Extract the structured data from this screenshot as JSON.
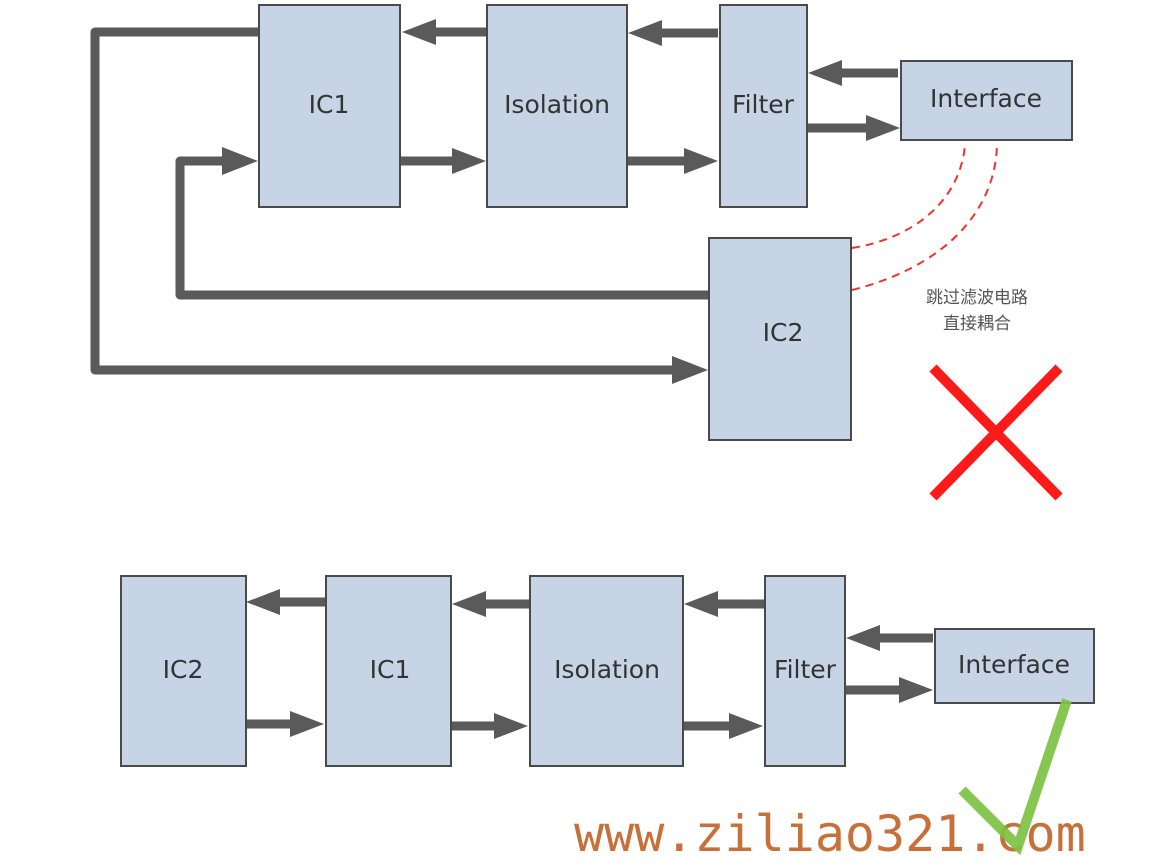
{
  "top_section": {
    "blocks": {
      "ic1": "IC1",
      "isolation": "Isolation",
      "filter": "Filter",
      "interface": "Interface",
      "ic2": "IC2"
    },
    "annotation": {
      "line1": "跳过滤波电路",
      "line2": "直接耦合"
    },
    "verdict": "cross-mark-icon"
  },
  "bottom_section": {
    "blocks": {
      "ic2": "IC2",
      "ic1": "IC1",
      "isolation": "Isolation",
      "filter": "Filter",
      "interface": "Interface"
    },
    "verdict": "check-mark-icon"
  },
  "watermark": "www.ziliao321.com",
  "colors": {
    "block_fill": "#c6d4e6",
    "block_border": "#4a4a4a",
    "arrow": "#5a5a5a",
    "coupling_dash": "#ee3333",
    "cross": "#ff1a1a",
    "check": "#7dc242",
    "watermark": "#c8703a"
  }
}
